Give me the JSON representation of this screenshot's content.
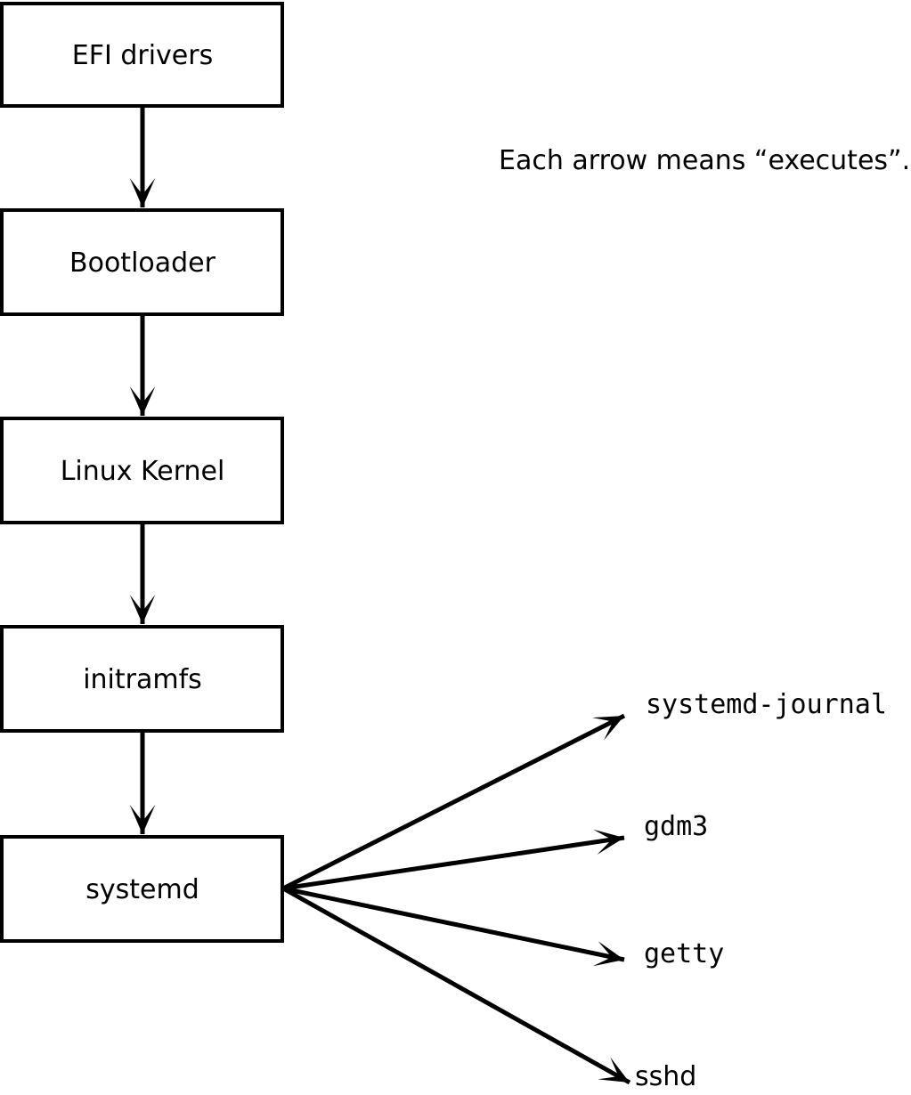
{
  "diagram": {
    "note": "Each arrow means “executes”.",
    "chain": [
      {
        "label": "EFI drivers"
      },
      {
        "label": "Bootloader"
      },
      {
        "label": "Linux Kernel"
      },
      {
        "label": "initramfs"
      },
      {
        "label": "systemd"
      }
    ],
    "leaves": [
      {
        "label": "systemd-journal"
      },
      {
        "label": "gdm3"
      },
      {
        "label": "getty"
      },
      {
        "label": "sshd"
      }
    ],
    "arrow_meaning": "executes",
    "colors": {
      "line": "#000000",
      "box_fill": "#ffffff",
      "background": "#ffffff"
    }
  }
}
